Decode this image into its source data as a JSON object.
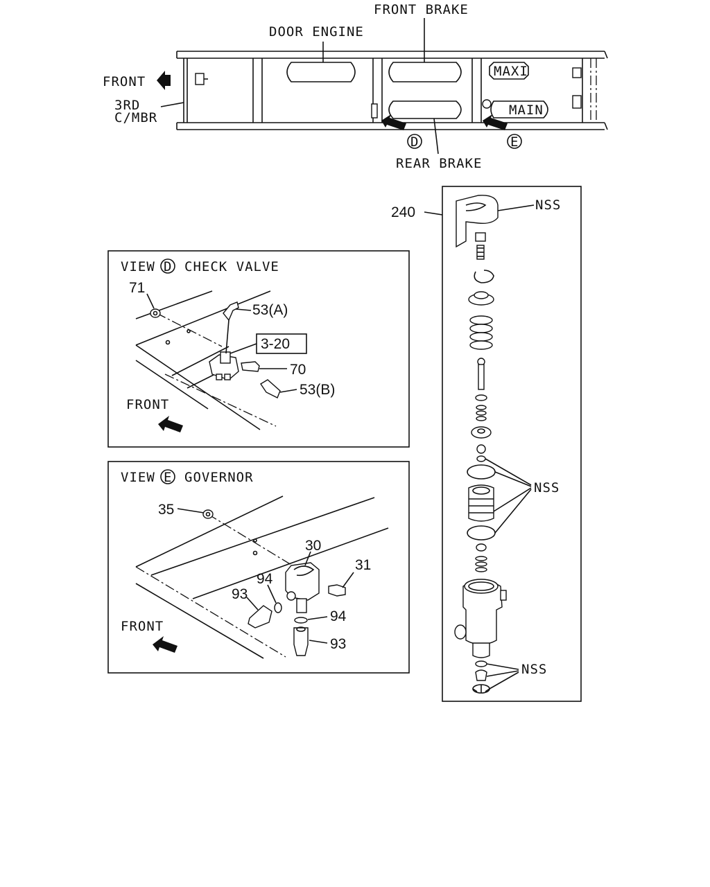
{
  "top_view": {
    "labels": {
      "front_brake": "FRONT BRAKE",
      "door_engine": "DOOR ENGINE",
      "front": "FRONT",
      "third_mbr_line1": "3RD",
      "third_mbr_line2": "C/MBR",
      "maxi": "MAXI",
      "main": "MAIN",
      "rear_brake": "REAR BRAKE",
      "view_d_marker": "D",
      "view_e_marker": "E"
    }
  },
  "view_d": {
    "title_prefix": "VIEW",
    "title_marker": "D",
    "title_suffix": "CHECK VALVE",
    "callouts": {
      "c71": "71",
      "c53a": "53(A)",
      "c3_20": "3-20",
      "c70": "70",
      "c53b": "53(B)"
    },
    "front": "FRONT"
  },
  "view_e": {
    "title_prefix": "VIEW",
    "title_marker": "E",
    "title_suffix": "GOVERNOR",
    "callouts": {
      "c35": "35",
      "c30": "30",
      "c31": "31",
      "c94a": "94",
      "c93a": "93",
      "c94b": "94",
      "c93b": "93"
    },
    "front": "FRONT"
  },
  "exploded": {
    "part_no": "240",
    "nss_top": "NSS",
    "nss_mid": "NSS",
    "nss_bottom": "NSS"
  }
}
